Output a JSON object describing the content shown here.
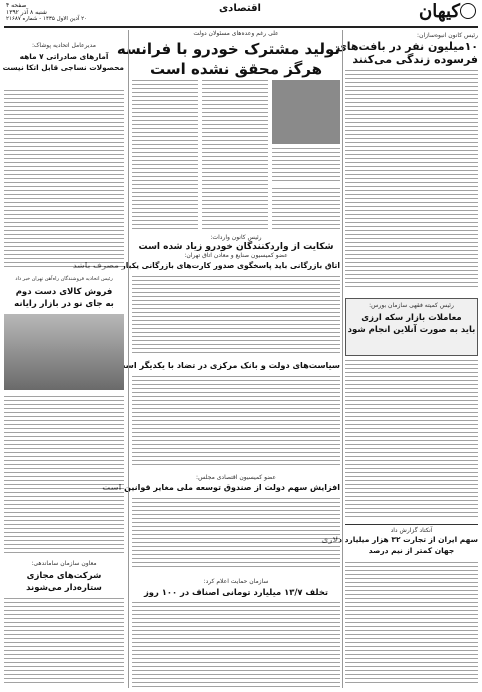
{
  "masthead": {
    "page_number": "صفحه ۴",
    "date_line": "شنبه ۸ آذر ۱۳۹۲",
    "date_line2": "۲۰ آدین الاول ۱۴۳۵ - شماره ۲۱۶۸۷",
    "section": "اقتصادی",
    "logo_text": "کیهان"
  },
  "main": {
    "kicker": "علی رغم وعده‌های مسئولان دولت",
    "headline_line1": "تولید مشترک خودرو با فرانسه",
    "headline_line2": "هرگز محقق نشده است"
  },
  "left_column": {
    "lead_headline_line1": "۱۰میلیون نفر در بافت‌های",
    "lead_headline_line2": "فرسوده زندگی می‌کنند",
    "kicker1": "رئیس کانون انبوه‌سازان:",
    "box_kicker": "رئیس کمیته فقهی سازمان بورس:",
    "box_headline_line1": "معاملات بازار سکه ارزی",
    "box_headline_line2": "باید به صورت آنلاین انجام شود",
    "bottom_headline_line1": "سهم ایران از تجارت ۳۲ هزار میلیارد دلاری",
    "bottom_headline_line2": "جهان کمتر از نیم درصد",
    "bottom_kicker": "آنکتاد گزارش داد"
  },
  "center": {
    "story2_kicker": "رئیس کانون واردات:",
    "story2_headline": "شکایت از واردکنندگان خودرو زیاد شده است",
    "story3_kicker": "عضو کمیسیون صنایع و معادن اتاق تهران:",
    "story3_headline": "اتاق بازرگانی باید پاسخگوی صدور کارت‌های بازرگانی یکبار مصرف باشد",
    "story4_headline": "سیاست‌های دولت و بانک مرکزی در تضاد با یکدیگر است",
    "story5_kicker": "عضو کمیسیون اقتصادی مجلس:",
    "story5_headline": "افزایش سهم دولت از صندوق توسعه ملی مغایر قوانین است",
    "story6_kicker": "سازمان حمایت اعلام کرد:",
    "story6_headline": "تخلف ۱۳/۷ میلیارد تومانی اصناف در ۱۰۰ روز"
  },
  "right_column": {
    "top_kicker": "مدیرعامل اتحادیه پوشاک:",
    "headline1_line1": "آمارهای صادراتی ۷ ماهه",
    "headline1_line2": "محصولات نساجی قابل اتکا نیست",
    "mid_kicker": "رئیس اتحادیه فروشندگان راه‌آهن تهران خبر داد",
    "headline2_line1": "فروش کالای دست دوم",
    "headline2_line2": "به جای نو در بازار رایانه",
    "bottom_kicker": "معاون سازمان ساماندهی:",
    "headline3_line1": "شرکت‌های مجازی",
    "headline3_line2": "ستاره‌دار می‌شوند"
  }
}
